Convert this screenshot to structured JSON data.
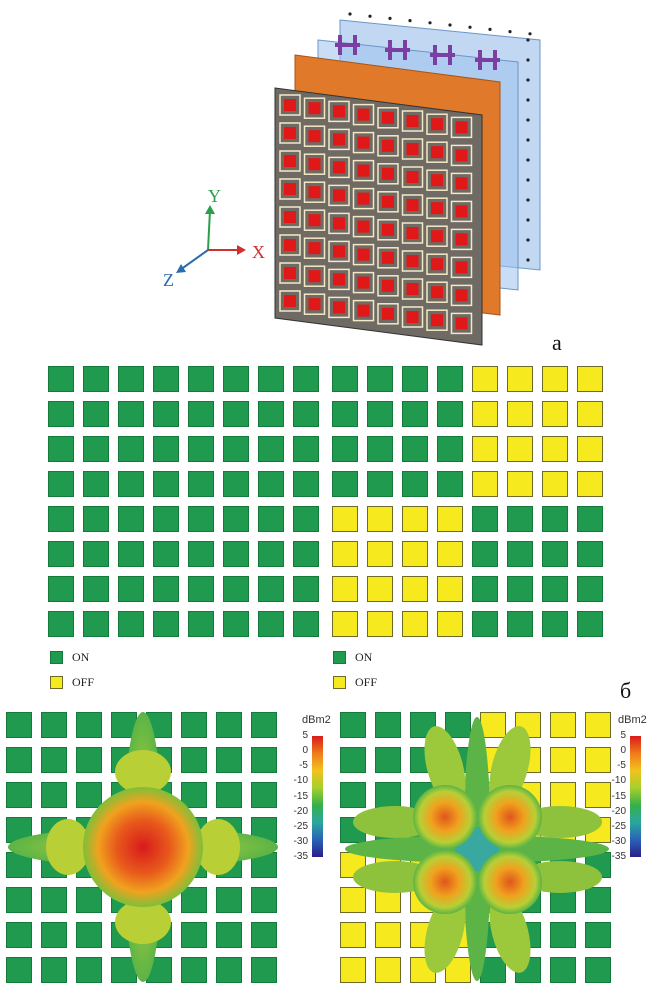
{
  "panel_a": {
    "label": "a",
    "axes": {
      "x": "X",
      "y": "Y",
      "z": "Z"
    },
    "colors": {
      "x_axis": "#d03030",
      "y_axis": "#2aa04a",
      "z_axis": "#2b6cb0",
      "substrate": "#e07a2a",
      "patch": "#e01818",
      "feed": "#7a3fa0"
    }
  },
  "panel_b": {
    "label": "б",
    "left": {
      "pattern": [
        [
          1,
          1,
          1,
          1,
          1,
          1,
          1,
          1
        ],
        [
          1,
          1,
          1,
          1,
          1,
          1,
          1,
          1
        ],
        [
          1,
          1,
          1,
          1,
          1,
          1,
          1,
          1
        ],
        [
          1,
          1,
          1,
          1,
          1,
          1,
          1,
          1
        ],
        [
          1,
          1,
          1,
          1,
          1,
          1,
          1,
          1
        ],
        [
          1,
          1,
          1,
          1,
          1,
          1,
          1,
          1
        ],
        [
          1,
          1,
          1,
          1,
          1,
          1,
          1,
          1
        ],
        [
          1,
          1,
          1,
          1,
          1,
          1,
          1,
          1
        ]
      ],
      "legend": [
        {
          "state": "on",
          "label": "ON"
        },
        {
          "state": "off",
          "label": "OFF"
        }
      ]
    },
    "right": {
      "pattern": [
        [
          1,
          1,
          1,
          1,
          0,
          0,
          0,
          0
        ],
        [
          1,
          1,
          1,
          1,
          0,
          0,
          0,
          0
        ],
        [
          1,
          1,
          1,
          1,
          0,
          0,
          0,
          0
        ],
        [
          1,
          1,
          1,
          1,
          0,
          0,
          0,
          0
        ],
        [
          0,
          0,
          0,
          0,
          1,
          1,
          1,
          1
        ],
        [
          0,
          0,
          0,
          0,
          1,
          1,
          1,
          1
        ],
        [
          0,
          0,
          0,
          0,
          1,
          1,
          1,
          1
        ],
        [
          0,
          0,
          0,
          0,
          1,
          1,
          1,
          1
        ]
      ],
      "legend": [
        {
          "state": "on",
          "label": "ON"
        },
        {
          "state": "off",
          "label": "OFF"
        }
      ]
    },
    "colors": {
      "on": "#1f9a4f",
      "off": "#f6ea1e"
    }
  },
  "panel_c": {
    "left_colorbar": {
      "unit": "dBm2",
      "ticks": [
        "5",
        "0",
        "-5",
        "-10",
        "-15",
        "-20",
        "-25",
        "-30",
        "-35"
      ]
    },
    "right_colorbar": {
      "unit": "dBm2",
      "ticks": [
        "5",
        "0",
        "-5",
        "-10",
        "-15",
        "-20",
        "-25",
        "-30",
        "-35"
      ]
    },
    "colorbar_stops": [
      "#d81b1b",
      "#f07a1a",
      "#f2c21e",
      "#a6cf2c",
      "#36b04a",
      "#2aa6a0",
      "#2a62b5",
      "#2a1f8a"
    ]
  }
}
